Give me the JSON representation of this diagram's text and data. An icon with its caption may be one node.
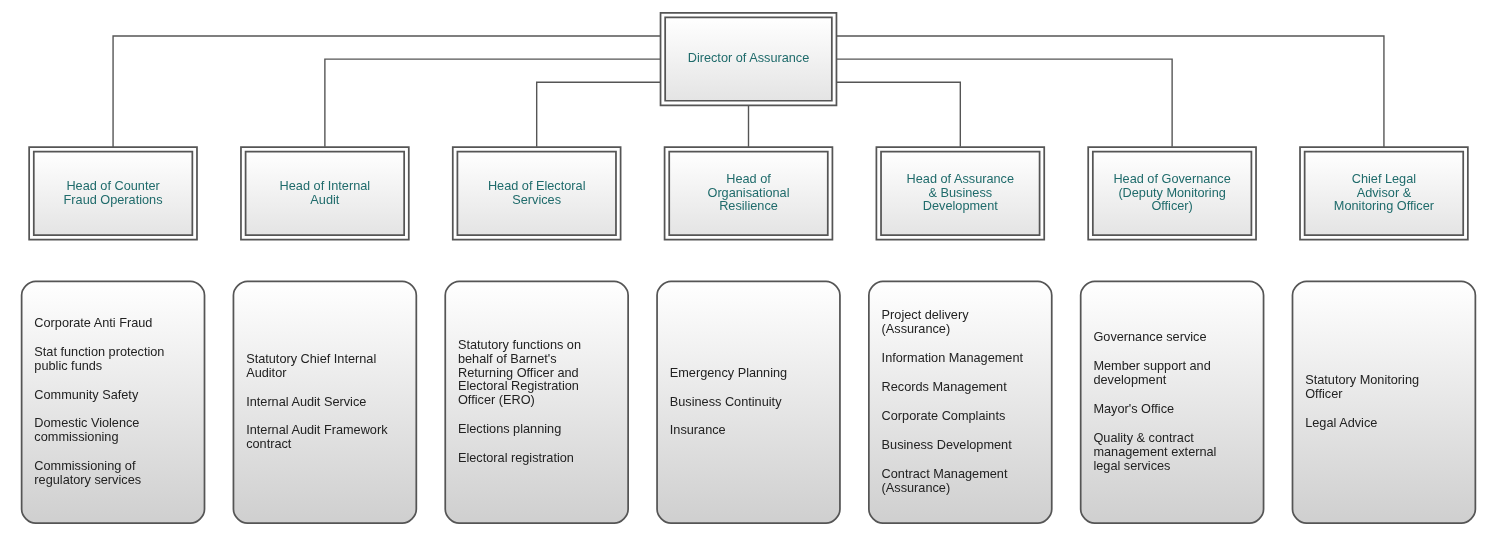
{
  "diagram": {
    "nodes": [
      {
        "text": [
          "Director of Assurance"
        ]
      },
      {
        "text": [
          "Head of Counter Fraud Operations"
        ]
      },
      {
        "text": [
          "Head of Internal Audit"
        ]
      },
      {
        "text": [
          "Head of Electoral Services"
        ]
      },
      {
        "text": [
          "Head of Organisational Resilience"
        ]
      },
      {
        "text": [
          "Head of Assurance & Business Development"
        ]
      },
      {
        "text": [
          "Head of Governance (Deputy Monitoring Officer)"
        ]
      },
      {
        "text": [
          "Chief Legal Advisor & Monitoring Officer"
        ]
      },
      {
        "text": [
          "Corporate Anti Fraud",
          "Stat function protection public funds",
          "Community Safety",
          "Domestic Violence commissioning",
          "Commissioning of regulatory services"
        ]
      },
      {
        "text": [
          "Statutory Chief Internal Auditor",
          "Internal Audit Service",
          "Internal Audit Framework contract"
        ]
      },
      {
        "text": [
          "Statutory functions on behalf of Barnet's Returning Officer and Electoral Registration Officer (ERO)",
          "Elections planning",
          "Electoral registration"
        ]
      },
      {
        "text": [
          "Emergency Planning",
          "Business Continuity",
          "Insurance"
        ]
      },
      {
        "text": [
          "Project delivery (Assurance)",
          "Information Management",
          "Records Management",
          "Corporate Complaints",
          "Business Development",
          "Contract Management (Assurance)"
        ]
      },
      {
        "text": [
          "Governance service",
          "Member support and development",
          "Mayor's Office",
          "Quality & contract management external legal services"
        ]
      },
      {
        "text": [
          "Statutory Monitoring Officer",
          "Legal Advice"
        ]
      }
    ],
    "edges": [
      {
        "from": 0,
        "to": 1,
        "arrow": "none"
      },
      {
        "from": 0,
        "to": 2,
        "arrow": "none"
      },
      {
        "from": 0,
        "to": 3,
        "arrow": "none"
      },
      {
        "from": 0,
        "to": 4,
        "arrow": "none"
      },
      {
        "from": 0,
        "to": 5,
        "arrow": "none"
      },
      {
        "from": 0,
        "to": 6,
        "arrow": "none"
      },
      {
        "from": 0,
        "to": 7,
        "arrow": "none"
      }
    ]
  }
}
